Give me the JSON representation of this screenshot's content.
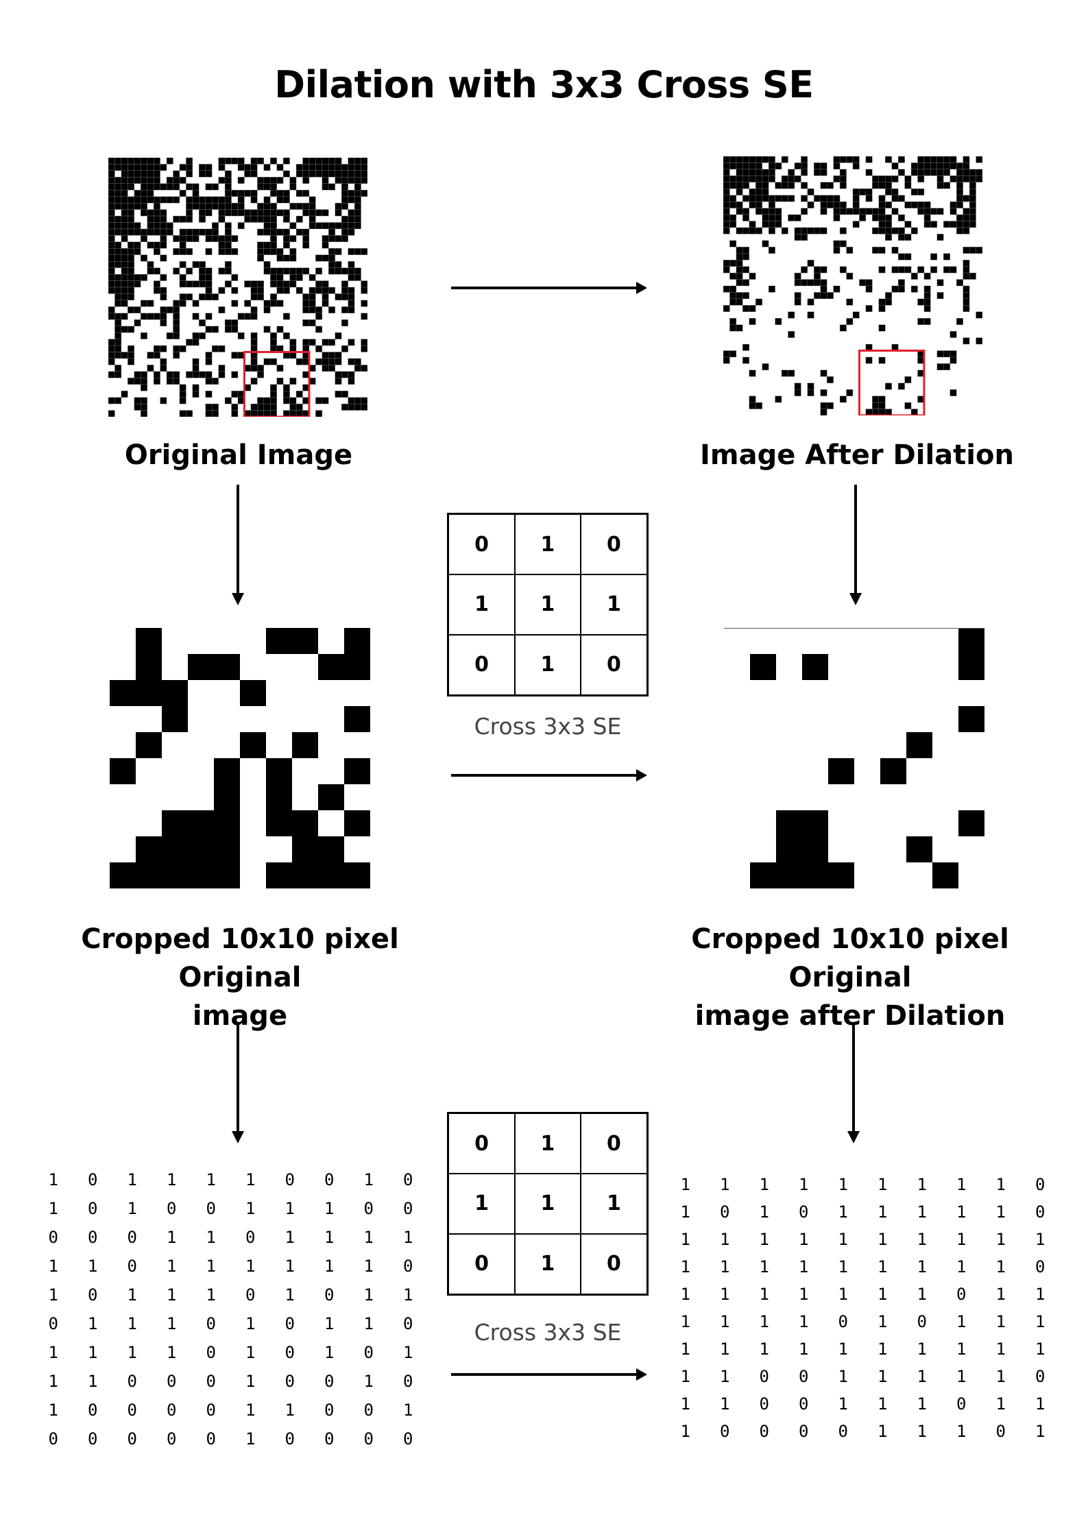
{
  "title": "Dilation with 3x3 Cross SE",
  "labels": {
    "original_image": "Original Image",
    "image_after_dilation": "Image After Dilation",
    "cropped_original_line1": "Cropped 10x10 pixel Original",
    "cropped_original_line2": "image",
    "cropped_dilated_line1": "Cropped 10x10 pixel Original",
    "cropped_dilated_line2": "image after Dilation"
  },
  "structuring_element": {
    "caption": "Cross 3x3 SE",
    "matrix": [
      [
        0,
        1,
        0
      ],
      [
        1,
        1,
        1
      ],
      [
        0,
        1,
        0
      ]
    ]
  },
  "crop_box_color": "#e0202a",
  "original_matrix": [
    [
      1,
      0,
      1,
      1,
      1,
      1,
      0,
      0,
      1,
      0
    ],
    [
      1,
      0,
      1,
      0,
      0,
      1,
      1,
      1,
      0,
      0
    ],
    [
      0,
      0,
      0,
      1,
      1,
      0,
      1,
      1,
      1,
      1
    ],
    [
      1,
      1,
      0,
      1,
      1,
      1,
      1,
      1,
      1,
      0
    ],
    [
      1,
      0,
      1,
      1,
      1,
      0,
      1,
      0,
      1,
      1
    ],
    [
      0,
      1,
      1,
      1,
      0,
      1,
      0,
      1,
      1,
      0
    ],
    [
      1,
      1,
      1,
      1,
      0,
      1,
      0,
      1,
      0,
      1
    ],
    [
      1,
      1,
      0,
      0,
      0,
      1,
      0,
      0,
      1,
      0
    ],
    [
      1,
      0,
      0,
      0,
      0,
      1,
      1,
      0,
      0,
      1
    ],
    [
      0,
      0,
      0,
      0,
      0,
      1,
      0,
      0,
      0,
      0
    ]
  ],
  "dilated_matrix": [
    [
      1,
      1,
      1,
      1,
      1,
      1,
      1,
      1,
      1,
      0
    ],
    [
      1,
      0,
      1,
      0,
      1,
      1,
      1,
      1,
      1,
      0
    ],
    [
      1,
      1,
      1,
      1,
      1,
      1,
      1,
      1,
      1,
      1
    ],
    [
      1,
      1,
      1,
      1,
      1,
      1,
      1,
      1,
      1,
      0
    ],
    [
      1,
      1,
      1,
      1,
      1,
      1,
      1,
      0,
      1,
      1
    ],
    [
      1,
      1,
      1,
      1,
      0,
      1,
      0,
      1,
      1,
      1
    ],
    [
      1,
      1,
      1,
      1,
      1,
      1,
      1,
      1,
      1,
      1
    ],
    [
      1,
      1,
      0,
      0,
      1,
      1,
      1,
      1,
      1,
      0
    ],
    [
      1,
      1,
      0,
      0,
      1,
      1,
      1,
      0,
      1,
      1
    ],
    [
      1,
      0,
      0,
      0,
      0,
      1,
      1,
      1,
      0,
      1
    ]
  ]
}
